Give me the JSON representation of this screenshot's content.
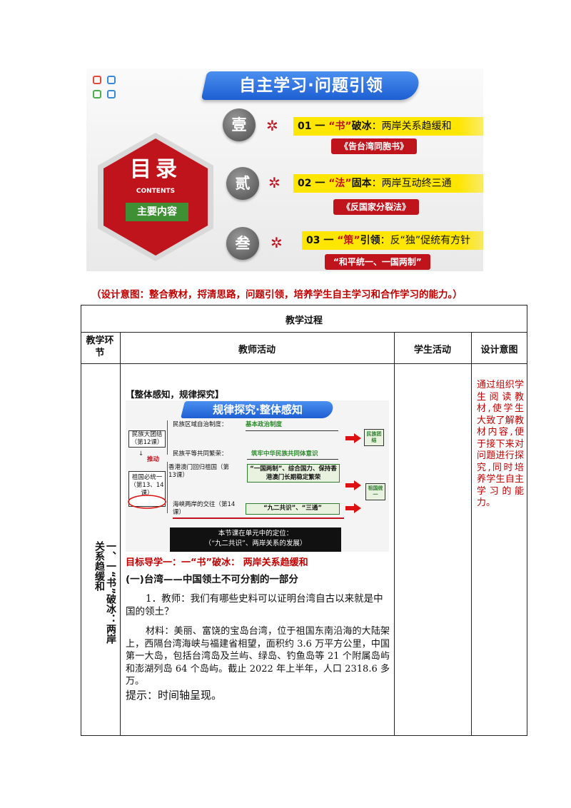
{
  "banner": {
    "header": "自主学习·问题引领",
    "hex_title": "目录",
    "hex_sub": "CONTENTS",
    "hex_btn": "主要内容",
    "items": [
      {
        "num": "壹",
        "prefix": "01 一",
        "key": "“书”",
        "verb": "破冰",
        "rest": "：两岸关系趋缓和",
        "doc": "《告台湾同胞书》"
      },
      {
        "num": "贰",
        "prefix": "02 一",
        "key": "“法”",
        "verb": "固本",
        "rest": "：两岸互动终三通",
        "doc": "《反国家分裂法》"
      },
      {
        "num": "叁",
        "prefix": "03 一",
        "key": "“策”",
        "verb": "引领",
        "rest": "：反“独”促统有方针",
        "doc": "“和平统一、一国两制”"
      }
    ],
    "colors": {
      "red": "#c0141c",
      "yellow": "#ffe600",
      "blue": "#1d5fd2",
      "green": "#3f8f35"
    }
  },
  "design_note": "（设计意图：整合教材，捋清思路，问题引领，培养学生自主学习和合作学习的能力。）",
  "table": {
    "title": "教学过程",
    "headers": {
      "section": "教学环节",
      "teacher": "教师活动",
      "student": "学生活动",
      "intent": "设计意图"
    },
    "section_col1": "一、一“书”破冰：两岸关系趋缓和",
    "intent_text": "通过组织学生阅读教材,使学生大致了解教材内容,便于接下来对问题进行探究,同时培养学生自主学习的能力。",
    "teacher": {
      "tag": "【整体感知，规律探究】",
      "slide": {
        "header": "规律探究·整体感知",
        "left_top": "民族大团结（第12课）",
        "push": "推动",
        "left_bottom": "祖国必统一（第13、14课）",
        "rows": [
          {
            "label": "民族区域自治制度：",
            "value": "基本政治制度"
          },
          {
            "label": "民族平等共同繁荣：",
            "value": "筑牢中华民族共同体意识"
          },
          {
            "label": "香港澳门回归祖国（第13课）",
            "value": "“一国两制”、综合国力、保持香港澳门长期稳定繁荣"
          },
          {
            "label": "海峡两岸的交往（第14课）",
            "value": "“九二共识”、“三通”"
          }
        ],
        "tag_top": "民族团结",
        "tag_bottom": "祖国统一",
        "footer_line1": "本节课在单元中的定位：",
        "footer_line2": "（“九二共识”、两岸关系的发展）"
      },
      "goal": "目标导学一：一“书”破冰： 两岸关系趋缓和",
      "sub_heading": "(一)台湾——中国领土不可分割的一部分",
      "question": "1．教师：我们有哪些史料可以证明台湾自古以来就是中国的领土？",
      "material": "材料：美丽、富饶的宝岛台湾，位于祖国东南沿海的大陆架上，西隔台湾海峡与福建省相望，面积约 3.6 万平方公里，中国第一大岛，包括台湾岛及兰屿、绿岛、钓鱼岛等 21 个附属岛屿和澎湖列岛 64 个岛屿。截止 2022 年上半年，人口 2318.6 多万。",
      "hint": "提示：时间轴呈现。"
    }
  }
}
